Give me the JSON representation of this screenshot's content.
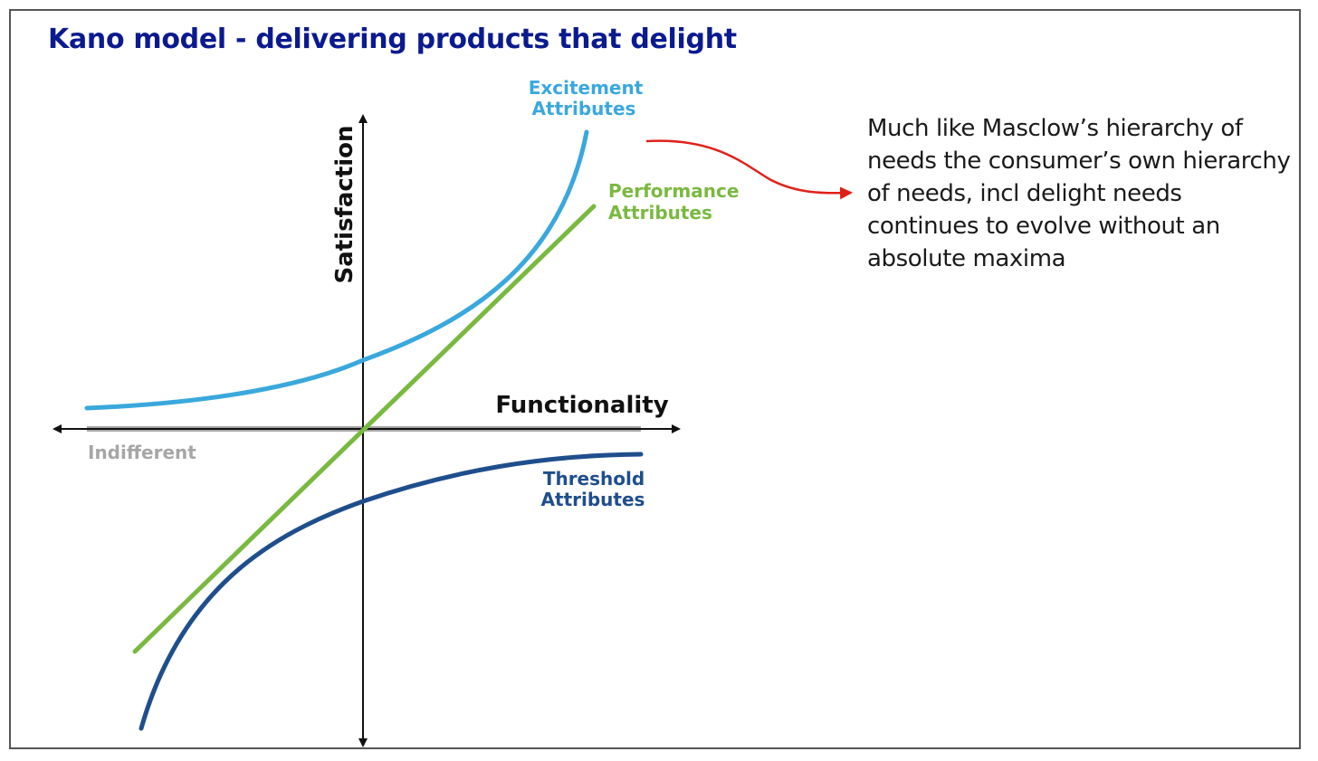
{
  "title": "Kano model - delivering products that delight",
  "note": "Much like Masclow’s hierarchy of needs the consumer’s own hierarchy of needs, incl delight needs continues to evolve without an absolute maxima",
  "axes": {
    "y_label": "Satisfaction",
    "x_label": "Functionality"
  },
  "curves": {
    "excitement": {
      "line1": "Excitement",
      "line2": "Attributes",
      "color": "#3aa8dc"
    },
    "performance": {
      "line1": "Performance",
      "line2": "Attributes",
      "color": "#7ab940"
    },
    "threshold": {
      "line1": "Threshold",
      "line2": "Attributes",
      "color": "#1f4e8c"
    },
    "indifferent": {
      "label": "Indifferent",
      "color": "#a6a6a6"
    }
  },
  "arrow_color": "#e0201a",
  "title_color": "#0b1a8f"
}
